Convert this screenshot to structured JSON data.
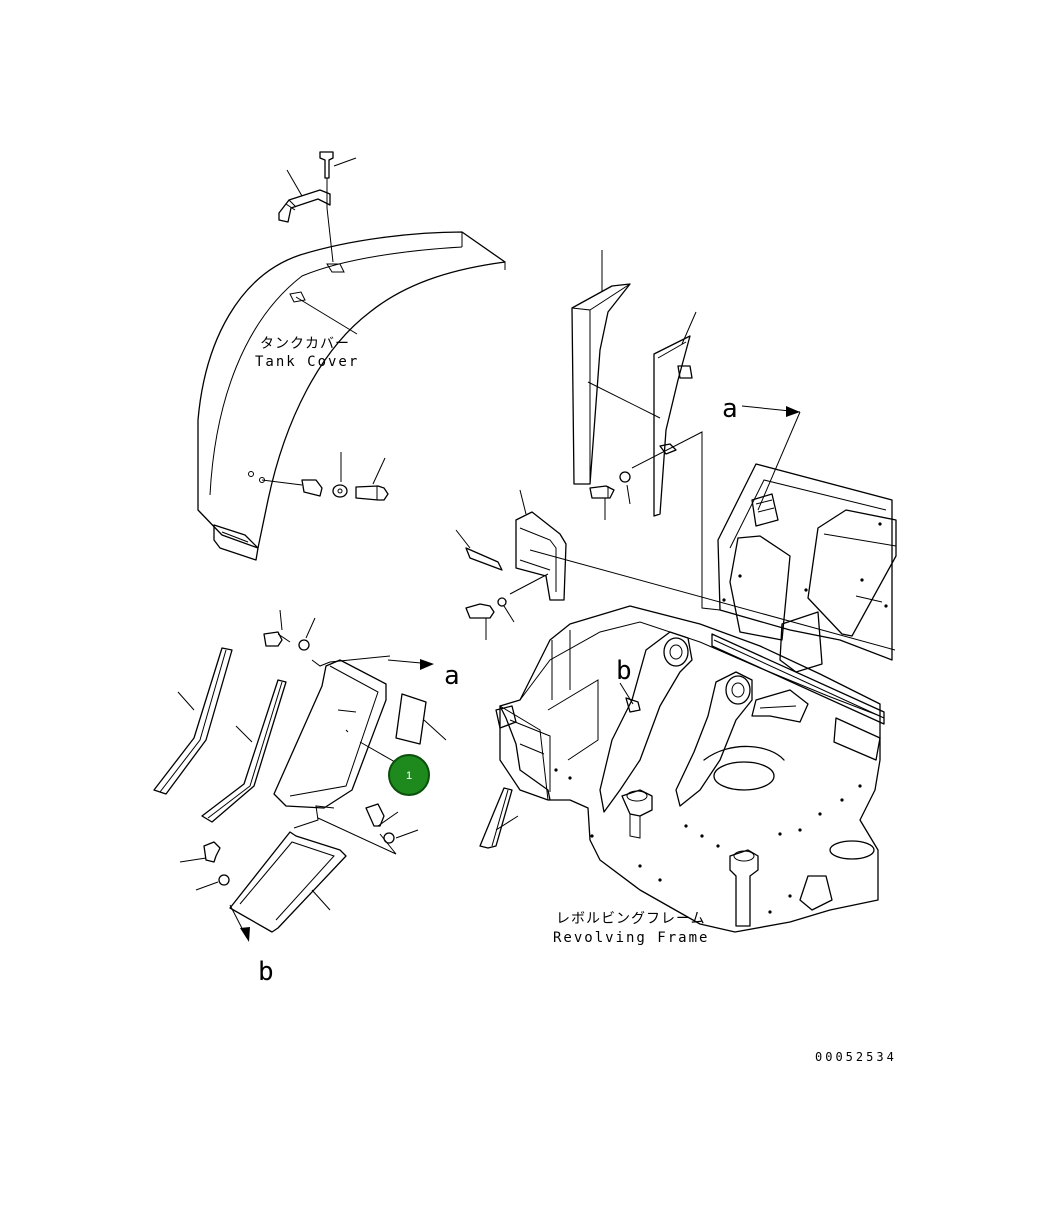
{
  "labels": {
    "tank_cover_jp": "タンクカバー",
    "tank_cover_en": "Tank Cover",
    "revolving_frame_jp": "レボルビングフレーム",
    "revolving_frame_en": "Revolving Frame",
    "ref_a_1": "a",
    "ref_a_2": "a",
    "ref_b_1": "b",
    "ref_b_2": "b",
    "drawing_number": "00052534"
  },
  "markers": [
    {
      "label": "1",
      "color": "#1e8a1e"
    }
  ],
  "colors": {
    "line": "#000000",
    "background": "#ffffff",
    "marker_fill": "#1e8a1e",
    "marker_stroke": "#0a4f0a"
  }
}
